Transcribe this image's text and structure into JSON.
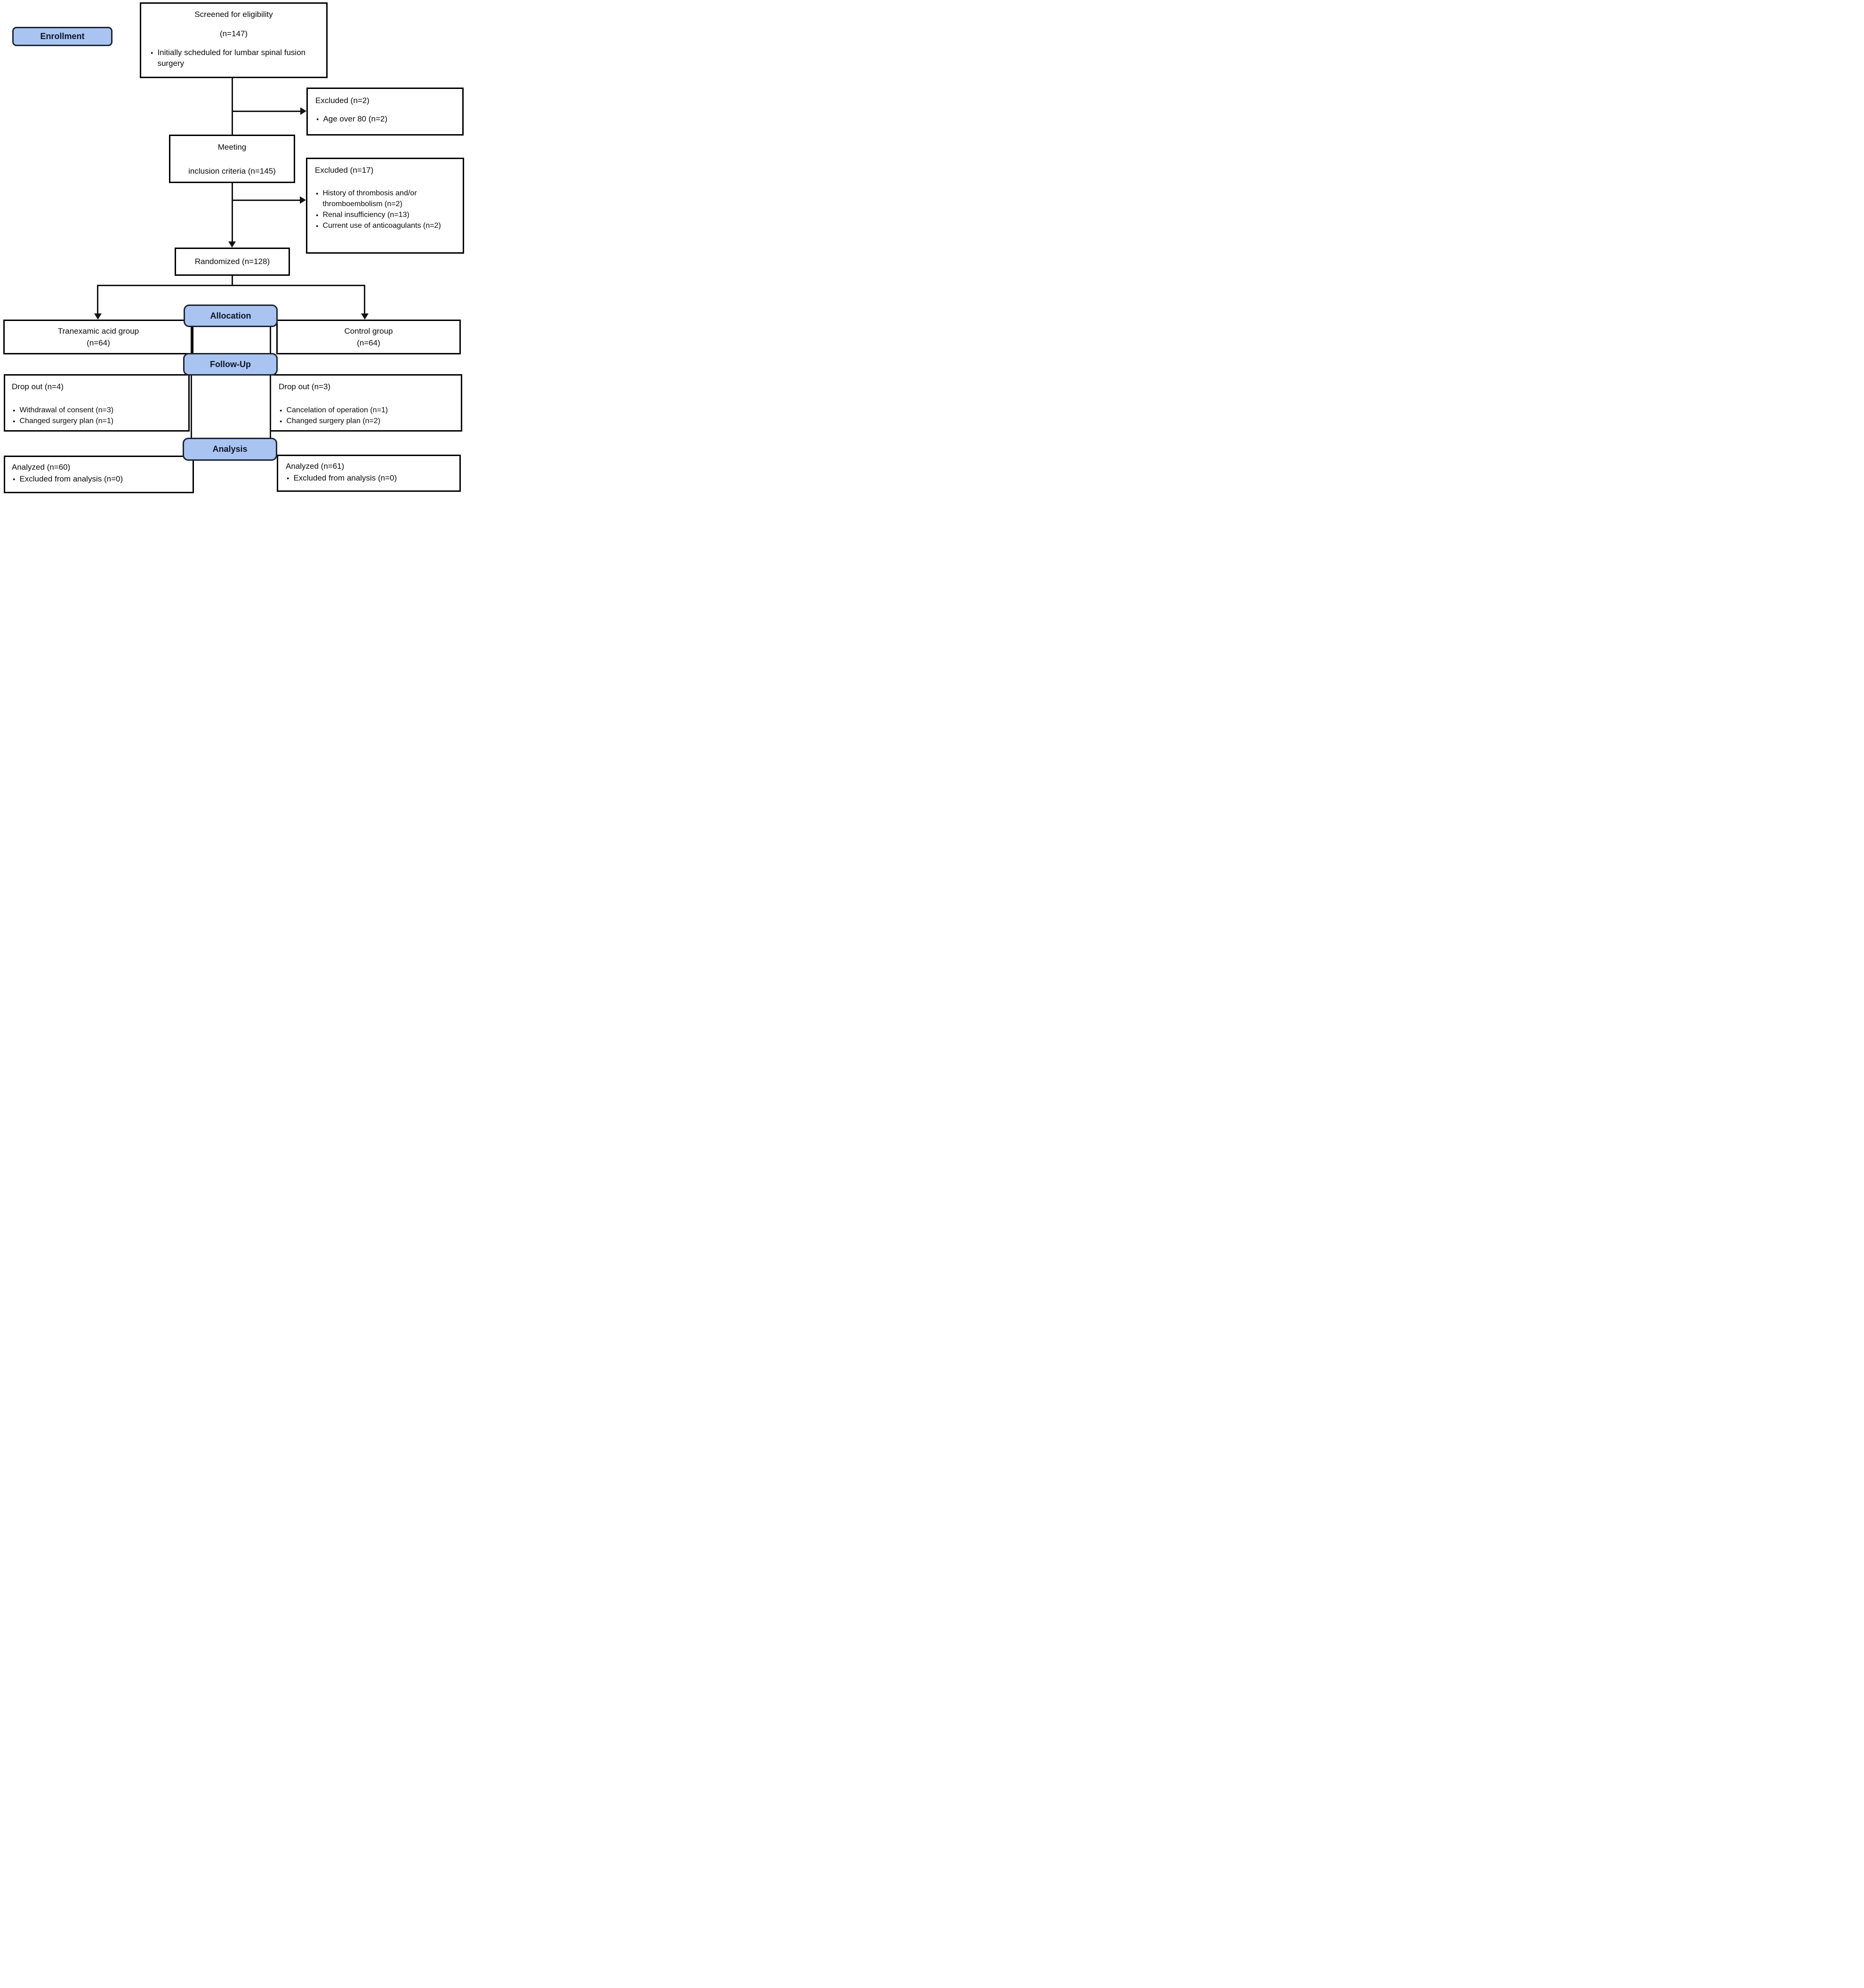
{
  "diagram": {
    "title_implicit": "Randomized trial flow diagram",
    "colors": {
      "stage_fill": "#a9c4f1",
      "stage_border": "#1c2433",
      "box_border": "#000000",
      "connector": "#141414"
    },
    "stages": {
      "enrollment_label": "Enrollment",
      "allocation_label": "Allocation",
      "followup_label": "Follow-Up",
      "analysis_label": "Analysis"
    },
    "boxes": {
      "screened": {
        "title": "Screened for eligibility",
        "n": "(n=147)",
        "bullets": [
          "Initially scheduled for lumbar spinal fusion surgery"
        ]
      },
      "excluded1": {
        "title": "Excluded (n=2)",
        "bullets": [
          "Age over 80 (n=2)"
        ]
      },
      "meeting": {
        "line1": "Meeting",
        "line2": "inclusion criteria (n=145)"
      },
      "excluded2": {
        "title": "Excluded (n=17)",
        "bullets": [
          "History of thrombosis and/or thromboembolism (n=2)",
          "Renal insufficiency (n=13)",
          "Current use of anticoagulants (n=2)"
        ]
      },
      "randomized": {
        "label": "Randomized (n=128)"
      },
      "group_left": {
        "line1": "Tranexamic acid group",
        "line2": "(n=64)"
      },
      "group_right": {
        "line1": "Control group",
        "line2": "(n=64)"
      },
      "dropout_left": {
        "title": "Drop out (n=4)",
        "bullets": [
          "Withdrawal of consent (n=3)",
          "Changed surgery plan (n=1)"
        ]
      },
      "dropout_right": {
        "title": "Drop out (n=3)",
        "bullets": [
          "Cancelation of operation (n=1)",
          "Changed surgery plan (n=2)"
        ]
      },
      "analyzed_left": {
        "title": "Analyzed (n=60)",
        "bullets": [
          "Excluded from analysis (n=0)"
        ]
      },
      "analyzed_right": {
        "title": "Analyzed (n=61)",
        "bullets": [
          "Excluded from analysis (n=0)"
        ]
      }
    }
  }
}
